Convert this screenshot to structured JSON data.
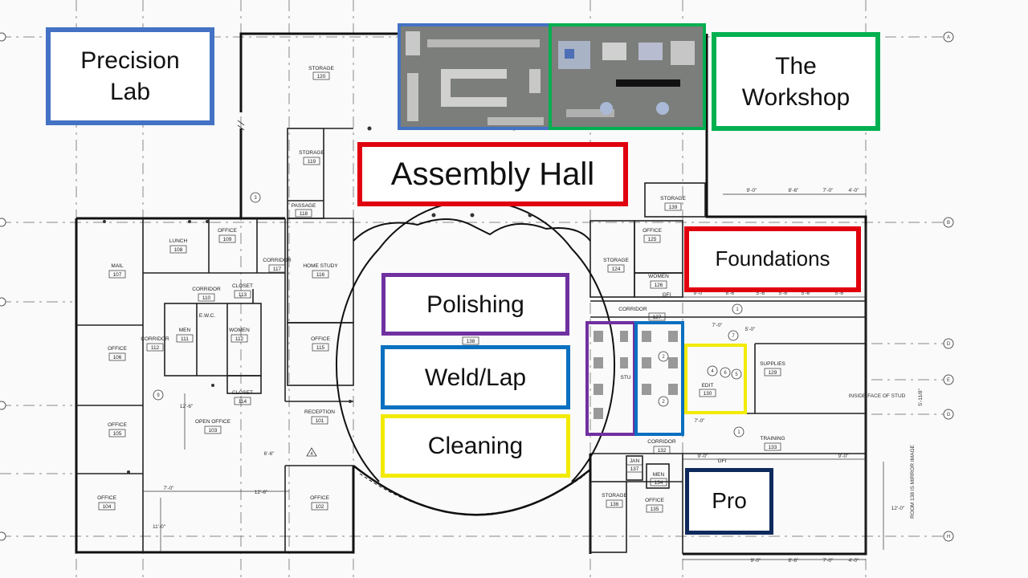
{
  "zones": {
    "precision_lab": "Precision\nLab",
    "the_workshop": "The\nWorkshop",
    "assembly_hall": "Assembly Hall",
    "foundations": "Foundations",
    "polishing": "Polishing",
    "weld_lap": "Weld/Lap",
    "cleaning": "Cleaning",
    "pro": "Pro"
  },
  "colors": {
    "blue": "#4472c4",
    "green": "#00b050",
    "red": "#e0000e",
    "purple": "#7030a0",
    "lightblue": "#0a70c0",
    "yellow": "#f2ea00",
    "navy": "#0e2a5c"
  },
  "rooms": {
    "storage_120": [
      "STORAGE",
      "120"
    ],
    "storage_119": [
      "STORAGE",
      "119"
    ],
    "passage_118": [
      "PASSAGE",
      "118"
    ],
    "storage_139": [
      "STORAGE",
      "139"
    ],
    "office_125": [
      "OFFICE",
      "125"
    ],
    "storage_124": [
      "STORAGE",
      "124"
    ],
    "women_126": [
      "WOMEN",
      "126"
    ],
    "corridor_127": [
      "CORRIDOR",
      "127"
    ],
    "mail_107": [
      "MAIL",
      "107"
    ],
    "lunch_108": [
      "LUNCH",
      "108"
    ],
    "office_109": [
      "OFFICE",
      "109"
    ],
    "corridor_110": [
      "CORRIDOR",
      "110"
    ],
    "closet_113": [
      "CLOSET",
      "113"
    ],
    "corridor_117": [
      "CORRIDOR",
      "117"
    ],
    "home_study_116": [
      "HOME STUDY",
      "116"
    ],
    "men_111": [
      "MEN",
      "111"
    ],
    "women_112": [
      "WOMEN",
      "112"
    ],
    "corridor_112": [
      "CORRIDOR",
      "112"
    ],
    "office_106": [
      "OFFICE",
      "106"
    ],
    "office_115": [
      "OFFICE",
      "115"
    ],
    "closet_114": [
      "CLOSET",
      "114"
    ],
    "office_105": [
      "OFFICE",
      "105"
    ],
    "open_office_103": [
      "OPEN OFFICE",
      "103"
    ],
    "reception_101": [
      "RECEPTION",
      "101"
    ],
    "office_104": [
      "OFFICE",
      "104"
    ],
    "office_102": [
      "OFFICE",
      "102"
    ],
    "room_138": [
      "",
      "138"
    ],
    "edit_130": [
      "EDIT",
      "130"
    ],
    "supplies_129": [
      "SUPPLIES",
      "129"
    ],
    "training_133": [
      "TRAINING",
      "133"
    ],
    "corridor_132": [
      "CORRIDOR",
      "132"
    ],
    "jan_137": [
      "JAN",
      "137"
    ],
    "men_134": [
      "MEN",
      "134"
    ],
    "storage_136": [
      "STORAGE",
      "136"
    ],
    "office_135": [
      "OFFICE",
      "135"
    ]
  },
  "misc_labels": {
    "ewc": "E.W.C.",
    "stu": "STU",
    "gfi": "GFI"
  },
  "dimensions": {
    "d1": "9'-0\"",
    "d2": "8'-6\"",
    "d3": "7'-0\"",
    "d4": "4'-0\"",
    "d5": "5'-6\"",
    "d6": "5'-6\"",
    "d7": "5'-6\"",
    "d8": "5'-6\"",
    "d9": "9'-0\"",
    "d10": "8'-6\"",
    "d11": "5'-0\"",
    "d12": "9'-0\"",
    "d13": "9'-0\"",
    "d14": "8'-6\"",
    "d15": "7'-0\"",
    "d16": "4'-0\"",
    "d17": "7'-0\"",
    "d18": "11'-0\"",
    "d19": "12'-6\"",
    "d20": "12'-6\"",
    "d21": "6'-6\"",
    "d22": "12'-0\""
  },
  "grid_bubbles": [
    "A",
    "B",
    "D",
    "E",
    "G",
    "H"
  ],
  "detail_bubbles": [
    "1",
    "2",
    "3",
    "4",
    "5",
    "6",
    "7",
    "9"
  ],
  "notes": {
    "inside_face": "INSIDE FACE OF STUD",
    "mirror": "ROOM 138 IS MIRROR IMAGE",
    "side": "5'-11/8\""
  }
}
